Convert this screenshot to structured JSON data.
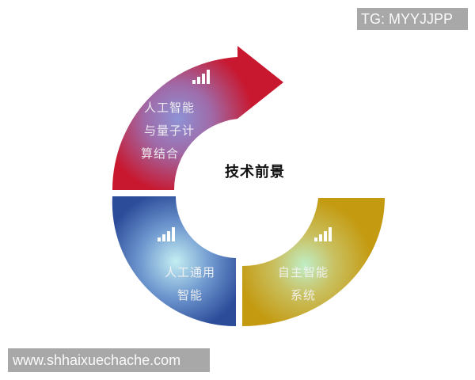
{
  "diagram": {
    "center_title": "技术前景",
    "segments": [
      {
        "id": "red",
        "lines": [
          "人工智能",
          "与量子计",
          "算结合"
        ],
        "color": "#c8182f",
        "glow": "#8b8fd0",
        "icon": "signal-bars-icon"
      },
      {
        "id": "blue",
        "lines": [
          "人工通用",
          "智能"
        ],
        "color": "#2c4f9e",
        "glow": "#b8e4ee",
        "icon": "signal-bars-icon"
      },
      {
        "id": "gold",
        "lines": [
          "自主智能",
          "系统"
        ],
        "color": "#c49a10",
        "glow": "#b8e8c0",
        "icon": "signal-bars-icon"
      }
    ]
  },
  "watermarks": {
    "tg": "TG: MYYJJPP",
    "url": "www.shhaixuechache.com"
  }
}
